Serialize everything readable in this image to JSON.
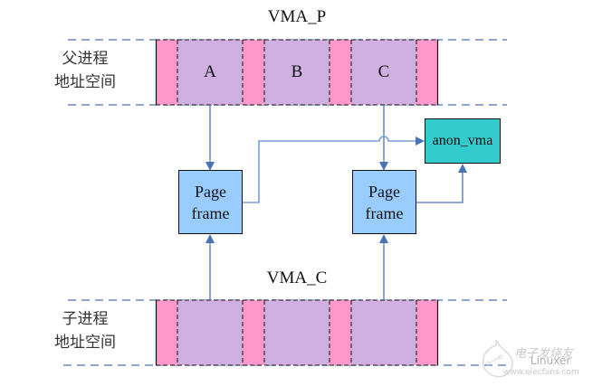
{
  "diagram": {
    "parent": {
      "vma_label": "VMA_P",
      "space_label_line1": "父进程",
      "space_label_line2": "地址空间",
      "segments": [
        "A",
        "B",
        "C"
      ]
    },
    "child": {
      "vma_label": "VMA_C",
      "space_label_line1": "子进程",
      "space_label_line2": "地址空间",
      "segments": [
        "",
        "",
        ""
      ]
    },
    "page_frames": [
      {
        "line1": "Page",
        "line2": "frame"
      },
      {
        "line1": "Page",
        "line2": "frame"
      }
    ],
    "anon_vma": "anon_vma",
    "colors": {
      "gap": "#ff99cc",
      "vma_segment": "#d0b0e0",
      "page_frame": "#99ccff",
      "anon_vma": "#33cccc",
      "arrow": "#4a74b8",
      "dashed_guide": "#4a74b8"
    },
    "watermark": {
      "brand": "电子发烧友",
      "site": "www.elecfans.com",
      "author": "Linuxer"
    }
  }
}
